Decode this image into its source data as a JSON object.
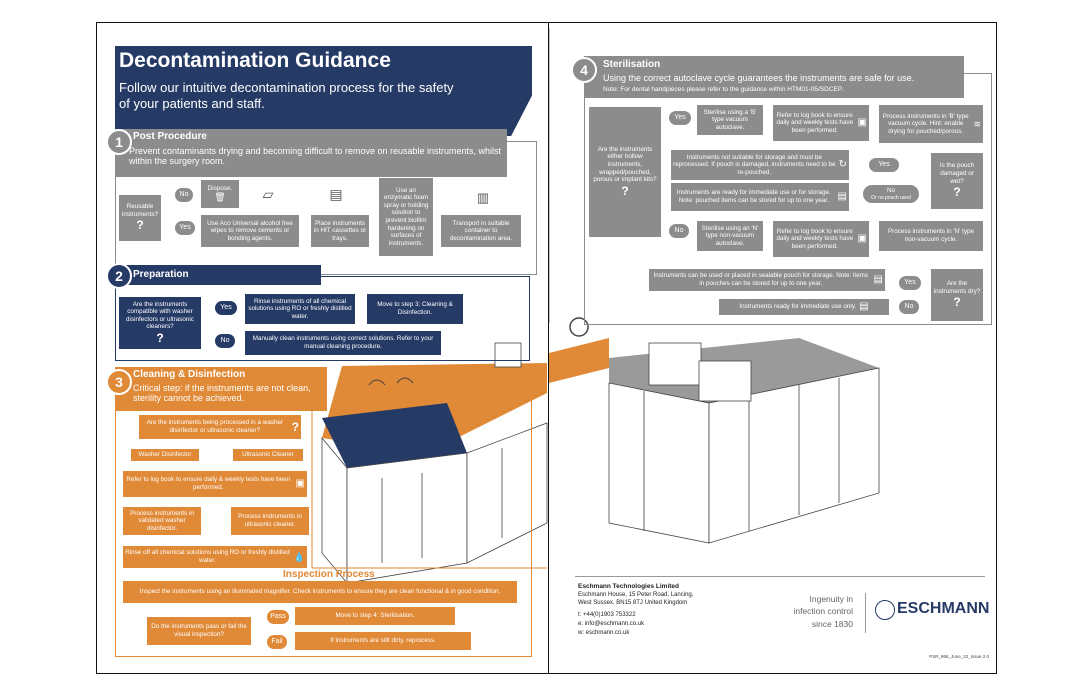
{
  "title": "Decontamination Guidance",
  "subtitle": "Follow our intuitive decontamination process for the safety of your patients and staff.",
  "steps": {
    "post": {
      "num": "1",
      "heading": "Post Procedure",
      "desc": "Prevent contaminants drying and becoming difficult to remove on reusable instruments, whilst within the surgery room.",
      "question": "Reusable instruments?",
      "no": "No",
      "yes": "Yes",
      "dispose": "Dispose.",
      "wipes": "Use Aco Universal alcohol free wipes to remove cements or bonding agents.",
      "cassettes": "Place instruments in HIT cassettes or trays.",
      "spray": "Use an enzymatic foam spray or holding solution to prevent biofilm hardening on surfaces of instruments.",
      "transport": "Transport in suitable container to decontamination area."
    },
    "prep": {
      "num": "2",
      "heading": "Preparation",
      "question": "Are the instruments compatible with washer disinfectors or ultrasonic cleaners?",
      "yes": "Yes",
      "no": "No",
      "rinse": "Rinse instruments of all chemical solutions using RO or freshly distilled water.",
      "move": "Move to step 3: Cleaning & Disinfection.",
      "manual": "Manually clean instruments using correct solutions. Refer to your manual cleaning procedure."
    },
    "clean": {
      "num": "3",
      "heading": "Cleaning & Disinfection",
      "critical": "Critical step: if the instruments are not clean, sterility cannot be achieved.",
      "question": "Are the instruments being processed in a washer disinfector or ultrasonic cleaner?",
      "washer": "Washer Disinfector",
      "ultrasonic": "Ultrasonic Cleaner",
      "logbook": "Refer to log book to ensure daily & weekly tests have been performed.",
      "validated": "Process instruments in validated washer disinfector.",
      "ultra_proc": "Process instruments in ultrasonic cleaner.",
      "rinse_off": "Rinse off all chemical solutions using RO or freshly distilled water.",
      "inspection_title": "Inspection Process",
      "inspect": "Inspect the instruments using an illuminated magnifier. Check instruments to ensure they are clean functional & in good condition.",
      "pass_q": "Do the instruments pass or fail the visual inspection?",
      "pass": "Pass",
      "fail": "Fail",
      "move4": "Move to step 4: Sterilisation.",
      "reprocess": "If instruments are still dirty, reprocess."
    },
    "steril": {
      "num": "4",
      "heading": "Sterilisation",
      "desc": "Using the correct autoclave cycle guarantees the instruments are safe for use.",
      "note": "Note: For dental handpieces please refer to the guidance within HTM01-05/SDCEP.",
      "question": "Are the instruments either hollow instruments, wrapped/pouched, porous or implant kits?",
      "yes": "Yes",
      "no": "No",
      "b_vac": "Sterilise using a 'B' type vacuum autoclave.",
      "log1": "Refer to log book to ensure daily and weekly tests have been performed.",
      "b_cycle": "Process instruments in 'B' type vacuum cycle. Hint: enable drying for pouched/porous.",
      "not_suitable": "Instruments not suitable for storage and must be reprocessed. If pouch is damaged, instruments need to be re-pouched.",
      "pouch_q": "Is the pouch damaged or wet?",
      "yes2": "Yes",
      "no_pouch": "No",
      "or_no_pouch": "Or no pouch used",
      "ready_storage": "Instruments are ready for immediate use or for storage. Note: pouched items can be stored for up to one year.",
      "n_vac": "Sterilise using an 'N' type non-vacuum autoclave.",
      "log2": "Refer to log book to ensure daily and weekly tests have been performed.",
      "n_cycle": "Process instruments in 'N' type non-vacuum cycle.",
      "dry_q": "Are the instruments dry?",
      "used_pouch": "Instruments can be used or placed in sealable pouch for storage. Note: items in pouches can be stored for up to one year.",
      "yes3": "Yes",
      "no3": "No",
      "immediate": "Instruments ready for immediate use only."
    }
  },
  "footer": {
    "company": "Eschmann Technologies Limited",
    "address1": "Eschmann House, 15 Peter Road, Lancing,",
    "address2": "West Sussex, BN15 8TJ United Kingdom",
    "tel": "t: +44(0)1903 753322",
    "email": "e: info@eschmann.co.uk",
    "web": "w: eschmann.co.uk",
    "tag1": "Ingenuity in",
    "tag2": "infection control",
    "tag3": "since 1830",
    "brand": "ESCHMANN",
    "code": "PSR_868_June_22_Issue 2.0"
  },
  "colors": {
    "navy": "#263a66",
    "orange": "#e08936",
    "gray": "#8c8c8c",
    "counter_gray": "#9a9a9a"
  },
  "icons": [
    "question-icon",
    "bin-icon",
    "wipe-icon",
    "cassette-icon",
    "spray-icon",
    "container-icon",
    "logbook-icon",
    "drop-icon",
    "refresh-icon",
    "autoclave-icon",
    "steam-icon",
    "magnifier-icon"
  ]
}
